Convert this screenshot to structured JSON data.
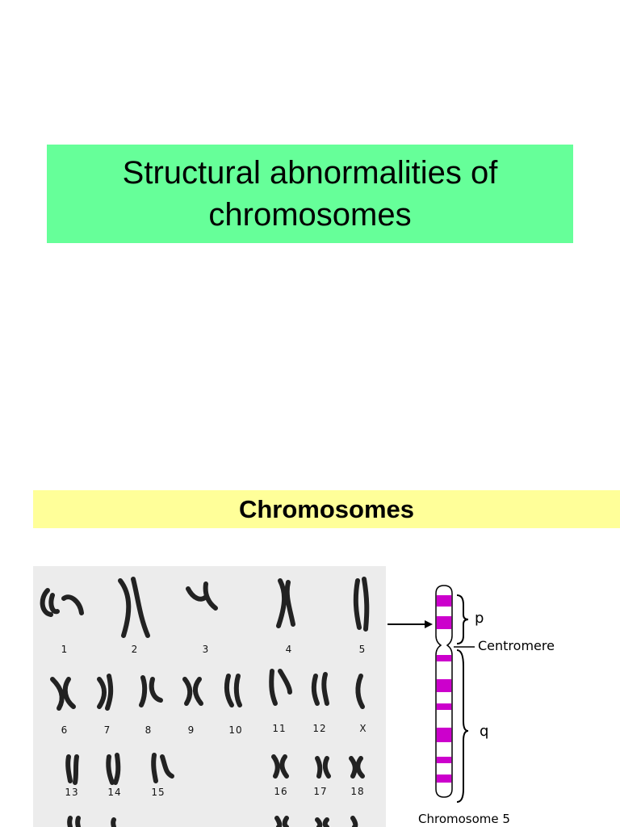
{
  "slide": {
    "title": "Structural abnormalities of\nchromosomes",
    "subtitle": "Chromosomes"
  },
  "karyotype": {
    "labels": [
      "1",
      "2",
      "3",
      "4",
      "5",
      "6",
      "7",
      "8",
      "9",
      "10",
      "11",
      "12",
      "X",
      "13",
      "14",
      "15",
      "16",
      "17",
      "18"
    ]
  },
  "diagram": {
    "p_label": "p",
    "centromere_label": "Centromere",
    "q_label": "q",
    "caption": "Chromosome 5",
    "band_color": "#cc00cc"
  }
}
